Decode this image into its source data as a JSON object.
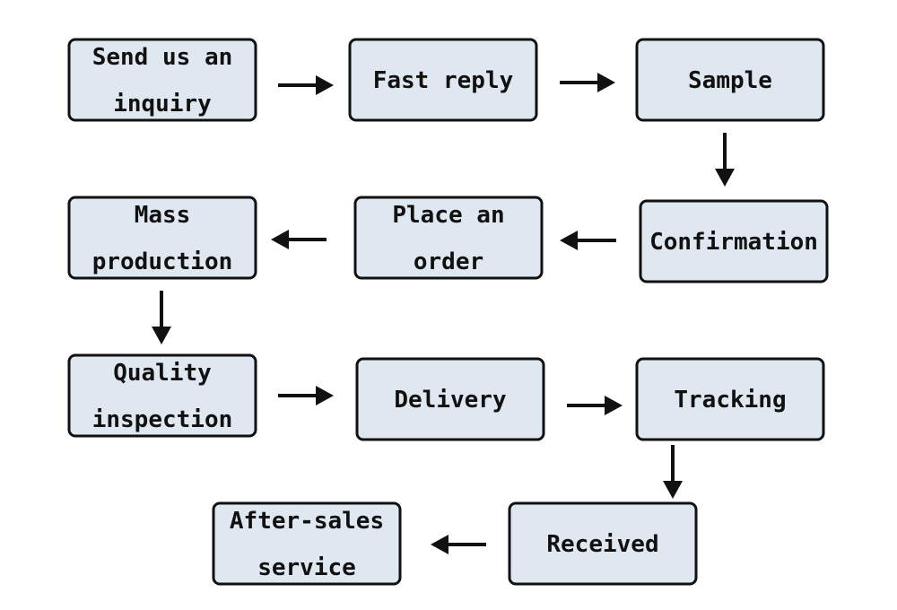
{
  "steps": [
    {
      "id": "inquiry",
      "lines": [
        "Send us an",
        "inquiry"
      ]
    },
    {
      "id": "fast-reply",
      "lines": [
        "Fast reply"
      ]
    },
    {
      "id": "sample",
      "lines": [
        "Sample"
      ]
    },
    {
      "id": "confirmation",
      "lines": [
        "Confirmation"
      ]
    },
    {
      "id": "place-order",
      "lines": [
        "Place an",
        "order"
      ]
    },
    {
      "id": "mass-production",
      "lines": [
        "Mass",
        "production"
      ]
    },
    {
      "id": "quality-inspection",
      "lines": [
        "Quality",
        "inspection"
      ]
    },
    {
      "id": "delivery",
      "lines": [
        "Delivery"
      ]
    },
    {
      "id": "tracking",
      "lines": [
        "Tracking"
      ]
    },
    {
      "id": "received",
      "lines": [
        "Received"
      ]
    },
    {
      "id": "after-sales",
      "lines": [
        "After-sales",
        "service"
      ]
    }
  ],
  "colors": {
    "box_fill": "#dfe8f0",
    "stroke": "#111111",
    "background": "#ffffff"
  }
}
